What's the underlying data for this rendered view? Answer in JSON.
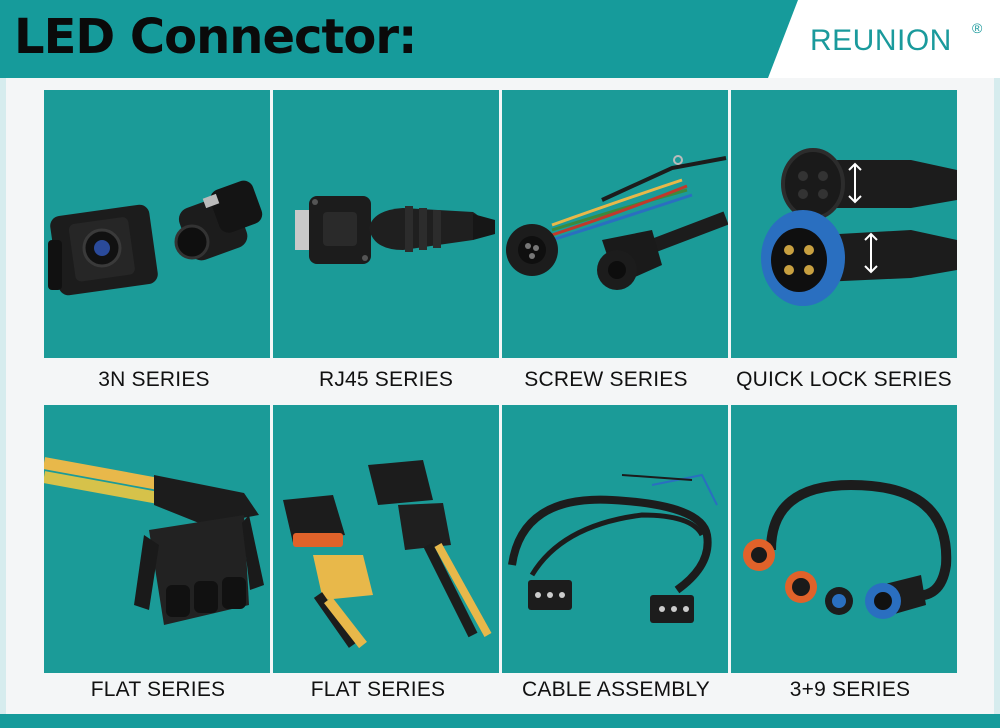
{
  "header": {
    "title": "LED Connector:",
    "brand": "REUNION",
    "registered_mark": "®"
  },
  "products": [
    {
      "label": "3N SERIES"
    },
    {
      "label": "RJ45 SERIES"
    },
    {
      "label": "SCREW SERIES"
    },
    {
      "label": "QUICK LOCK SERIES"
    },
    {
      "label": "FLAT SERIES"
    },
    {
      "label": "FLAT SERIES"
    },
    {
      "label": "CABLE ASSEMBLY"
    },
    {
      "label": "3+9 SERIES"
    }
  ],
  "colors": {
    "teal": "#169b9b",
    "tile": "#1b9b98",
    "brand_text": "#1a9a9c",
    "connector_black": "#1c1c1c",
    "accent_yellow": "#e8b84a",
    "accent_orange": "#e0622a",
    "accent_blue": "#2a6fc0"
  }
}
